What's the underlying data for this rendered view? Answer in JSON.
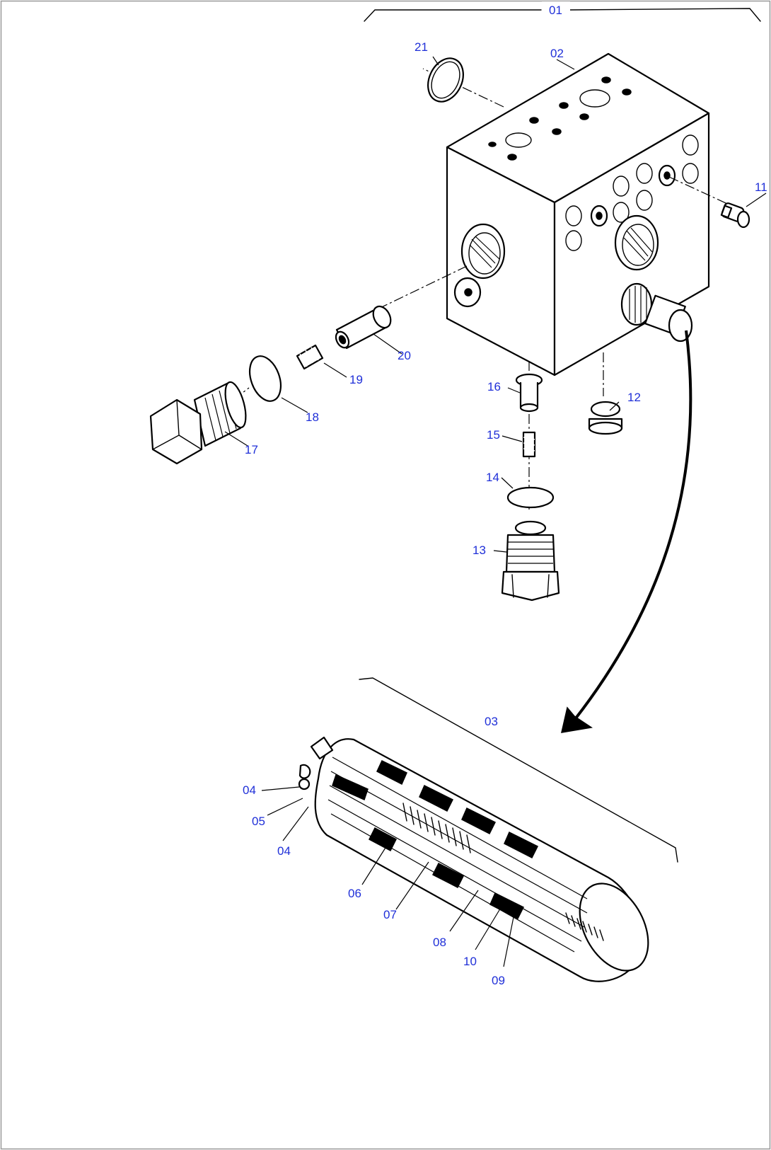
{
  "callouts": {
    "c01": "01",
    "c02": "02",
    "c03": "03",
    "c04a": "04",
    "c05": "05",
    "c04b": "04",
    "c06": "06",
    "c07": "07",
    "c08": "08",
    "c09": "09",
    "c10": "10",
    "c11": "11",
    "c12": "12",
    "c13": "13",
    "c14": "14",
    "c15": "15",
    "c16": "16",
    "c17": "17",
    "c18": "18",
    "c19": "19",
    "c20": "20",
    "c21": "21"
  },
  "colors": {
    "callout": "#1f2fd8",
    "line": "#000000",
    "background": "#ffffff"
  }
}
